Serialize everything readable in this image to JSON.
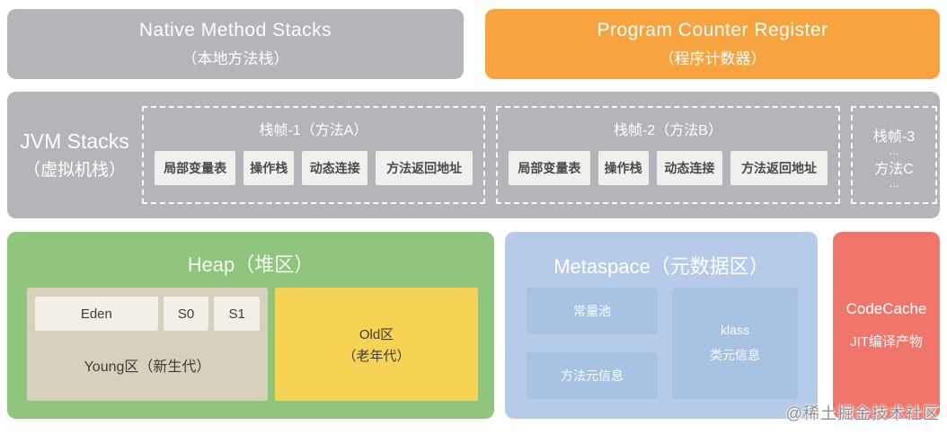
{
  "colors": {
    "gray": "#b4b4b9",
    "orange": "#f7a440",
    "green": "#90c57e",
    "tan": "#d7d0bb",
    "yellow": "#f6d355",
    "blue": "#b5cbe7",
    "blue_inner": "#a8c2e3",
    "red": "#f0766b",
    "cell_light": "#f1efe6",
    "frame_cell": "#f1f0ed"
  },
  "top": {
    "native_method_stacks": {
      "title": "Native Method Stacks",
      "subtitle": "（本地方法栈）"
    },
    "program_counter_register": {
      "title": "Program Counter Register",
      "subtitle": "（程序计数器）"
    }
  },
  "jvm_stacks": {
    "title": "JVM Stacks",
    "subtitle": "（虚拟机栈）",
    "frames": [
      {
        "title": "栈帧-1（方法A）",
        "cells": [
          "局部变量表",
          "操作栈",
          "动态连接",
          "方法返回地址"
        ]
      },
      {
        "title": "栈帧-2（方法B）",
        "cells": [
          "局部变量表",
          "操作栈",
          "动态连接",
          "方法返回地址"
        ]
      }
    ],
    "frame3": {
      "title": "栈帧-3",
      "dots_top": "...",
      "method": "方法C",
      "dots_bottom": "..."
    }
  },
  "heap": {
    "title": "Heap（堆区）",
    "young": {
      "cells": [
        "Eden",
        "S0",
        "S1"
      ],
      "label": "Young区（新生代）"
    },
    "old": {
      "line1": "Old区",
      "line2": "（老年代）"
    }
  },
  "metaspace": {
    "title": "Metaspace（元数据区）",
    "constant_pool": "常量池",
    "method_meta": "方法元信息",
    "klass": {
      "line1": "klass",
      "line2": "类元信息"
    }
  },
  "codecache": {
    "title": "CodeCache",
    "subtitle": "JIT编译产物"
  },
  "watermark": "@稀土掘金技术社区"
}
